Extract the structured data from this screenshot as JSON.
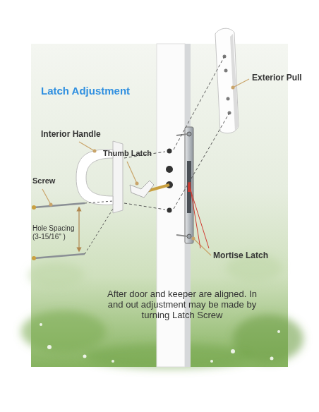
{
  "diagram": {
    "title": "Latch Adjustment",
    "labels": [
      "Exterior Pull",
      "Interior Handle",
      "Thumb Latch",
      "Screw",
      "Hole Spacing (3-15/16\" )",
      "Mortise Latch",
      "After door and keeper are aligned. In and out adjustment may be made by turning Latch Screw"
    ]
  }
}
